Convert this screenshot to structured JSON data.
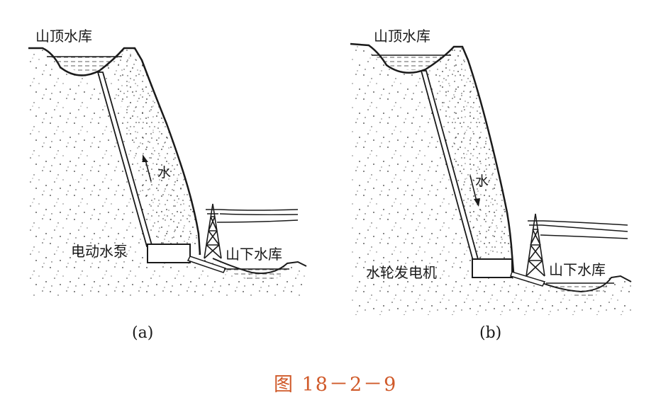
{
  "figure": {
    "caption": "图 18－2－9",
    "panels": [
      {
        "id": "a",
        "sublabel": "(a)",
        "upper_reservoir": "山顶水库",
        "lower_reservoir": "山下水库",
        "machine": "电动水泵",
        "flow_label": "水",
        "flow_direction": "up"
      },
      {
        "id": "b",
        "sublabel": "(b)",
        "upper_reservoir": "山顶水库",
        "lower_reservoir": "山下水库",
        "machine": "水轮发电机",
        "flow_label": "水",
        "flow_direction": "down"
      }
    ],
    "colors": {
      "ink": "#1a1a1a",
      "caption": "#d05a2a",
      "background": "#ffffff"
    }
  }
}
